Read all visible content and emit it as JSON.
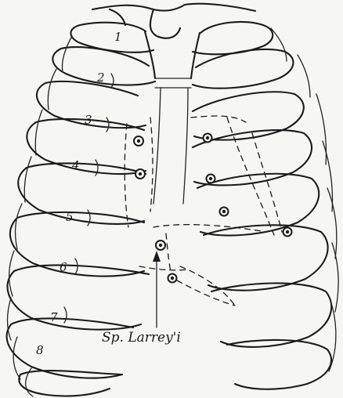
{
  "figure": {
    "rib_numbers": [
      "1",
      "2",
      "3",
      "4",
      "5",
      "6",
      "7",
      "8"
    ],
    "callout_label": "Sp. Larrey'i"
  }
}
